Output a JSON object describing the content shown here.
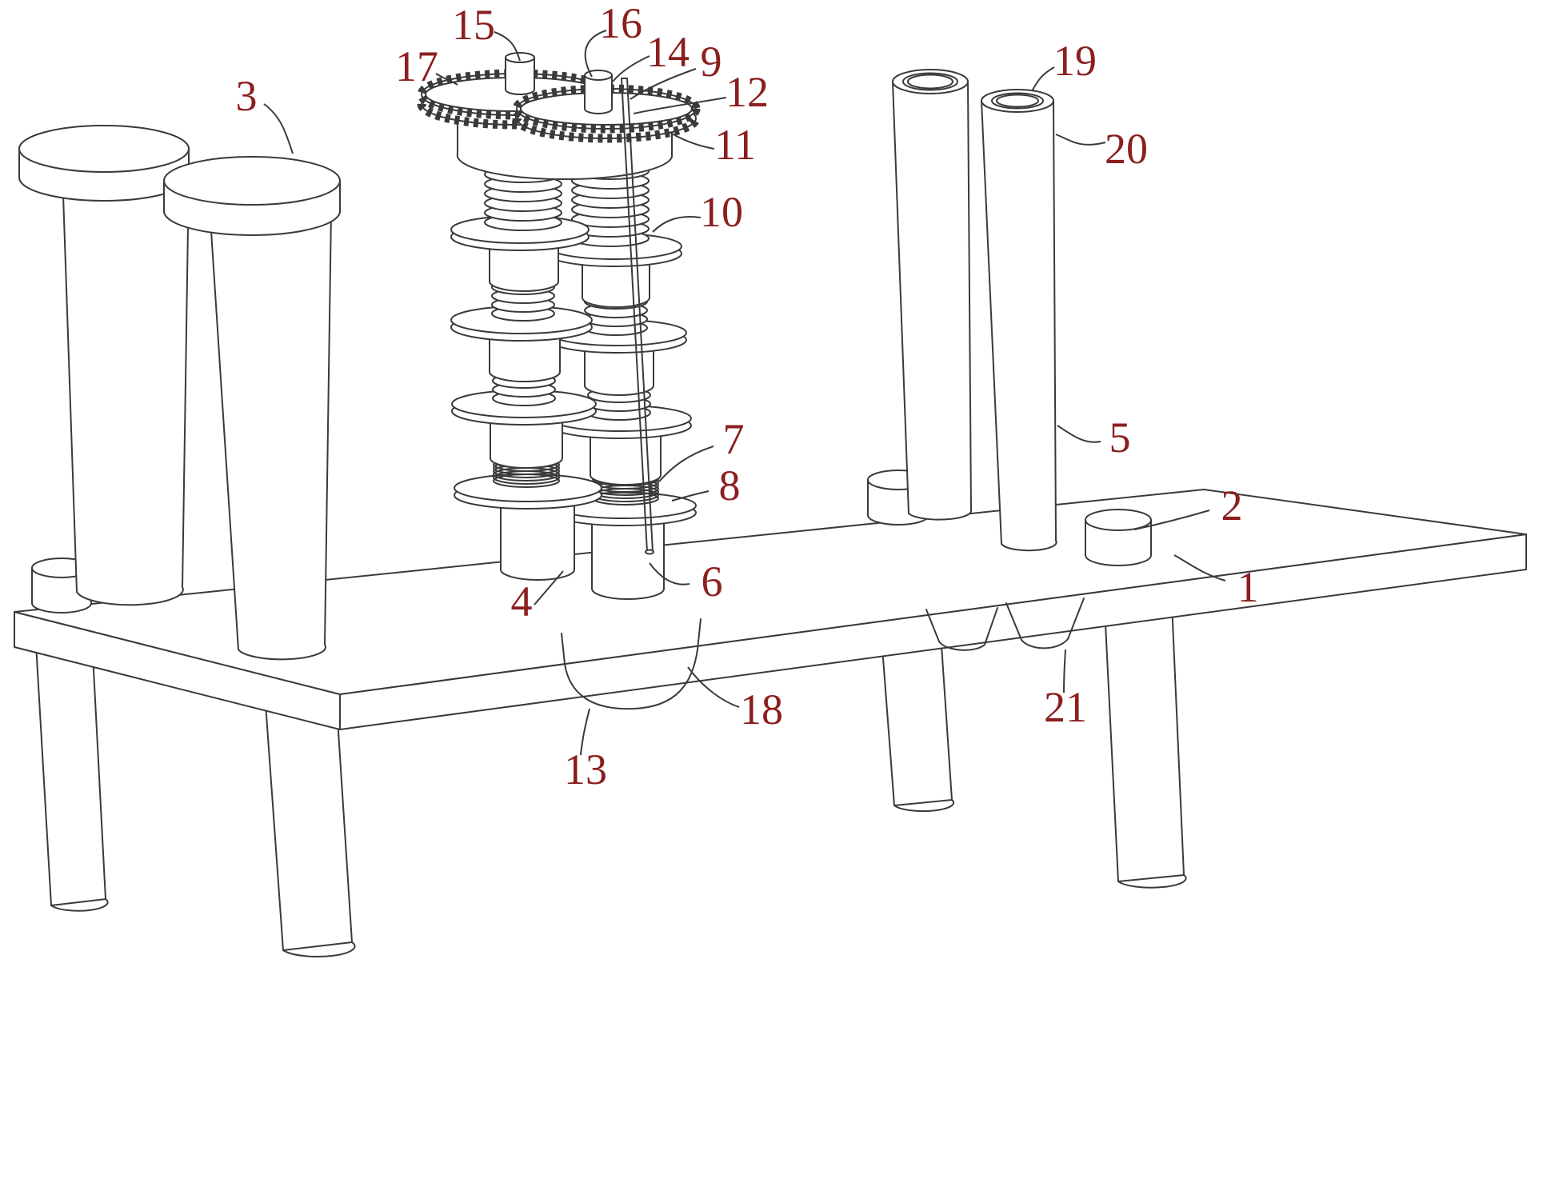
{
  "labels": [
    {
      "id": 1,
      "text": "1"
    },
    {
      "id": 2,
      "text": "2"
    },
    {
      "id": 3,
      "text": "3"
    },
    {
      "id": 4,
      "text": "4"
    },
    {
      "id": 5,
      "text": "5"
    },
    {
      "id": 6,
      "text": "6"
    },
    {
      "id": 7,
      "text": "7"
    },
    {
      "id": 8,
      "text": "8"
    },
    {
      "id": 9,
      "text": "9"
    },
    {
      "id": 10,
      "text": "10"
    },
    {
      "id": 11,
      "text": "11"
    },
    {
      "id": 12,
      "text": "12"
    },
    {
      "id": 13,
      "text": "13"
    },
    {
      "id": 14,
      "text": "14"
    },
    {
      "id": 15,
      "text": "15"
    },
    {
      "id": 16,
      "text": "16"
    },
    {
      "id": 17,
      "text": "17"
    },
    {
      "id": 18,
      "text": "18"
    },
    {
      "id": 19,
      "text": "19"
    },
    {
      "id": 20,
      "text": "20"
    },
    {
      "id": 21,
      "text": "21"
    }
  ],
  "colors": {
    "line": "#3a3a3a",
    "label": "#8b1f1f",
    "background": "#ffffff"
  }
}
